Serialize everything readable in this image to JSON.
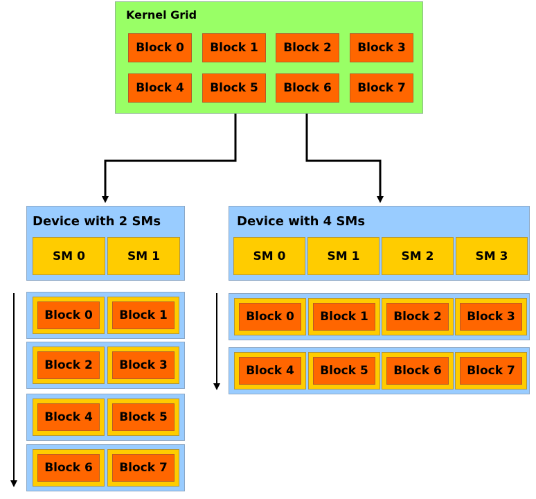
{
  "kernel_grid": {
    "title": "Kernel Grid",
    "blocks": [
      "Block 0",
      "Block 1",
      "Block 2",
      "Block 3",
      "Block 4",
      "Block 5",
      "Block 6",
      "Block 7"
    ]
  },
  "device_2": {
    "title": "Device with 2 SMs",
    "sms": [
      "SM 0",
      "SM 1"
    ],
    "rows": [
      [
        "Block 0",
        "Block 1"
      ],
      [
        "Block 2",
        "Block 3"
      ],
      [
        "Block 4",
        "Block 5"
      ],
      [
        "Block 6",
        "Block 7"
      ]
    ]
  },
  "device_4": {
    "title": "Device with 4 SMs",
    "sms": [
      "SM 0",
      "SM 1",
      "SM 2",
      "SM 3"
    ],
    "rows": [
      [
        "Block 0",
        "Block 1",
        "Block 2",
        "Block 3"
      ],
      [
        "Block 4",
        "Block 5",
        "Block 6",
        "Block 7"
      ]
    ]
  },
  "colors": {
    "grid": "#99ff66",
    "block": "#ff6600",
    "sm": "#ffcc00",
    "device": "#99ccff"
  }
}
